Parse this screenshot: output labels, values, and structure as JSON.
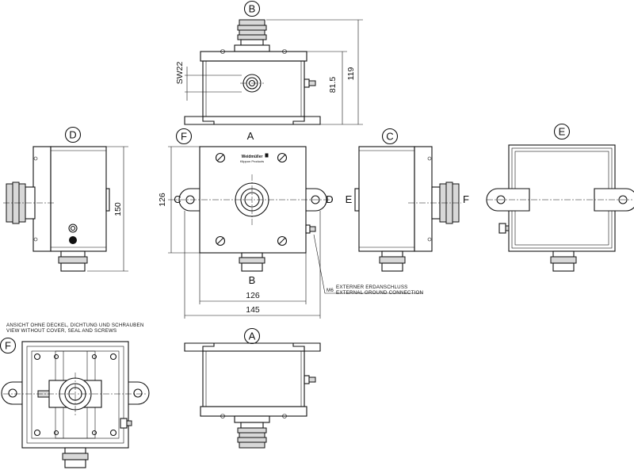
{
  "view_labels": {
    "b_top": "B",
    "d_left": "D",
    "f_front_label": "F",
    "a_front": "A",
    "c_left": "C",
    "d_right": "D",
    "b_bottom": "B",
    "c_view": "C",
    "e_side_label": "E",
    "f_side_label": "F",
    "e_view": "E",
    "f_view": "F",
    "a_view": "A"
  },
  "dimensions": {
    "sw22": "SW22",
    "d81_5": "81.5",
    "d119": "119",
    "d150": "150",
    "d126_vertical": "126",
    "d126_horizontal": "126",
    "d145": "145"
  },
  "notes": {
    "ground_prefix": "M6",
    "ground_de": "EXTERNER ERDANSCHLUSS",
    "ground_en": "EXTERNAL GROUND CONNECTION",
    "view_de": "ANSICHT OHNE DECKEL, DICHTUNG UND SCHRAUBEN",
    "view_en": "VIEW WITHOUT COVER, SEAL AND SCREWS"
  },
  "brand": {
    "line1": "Weidmüller",
    "line2": "Klippon Products"
  }
}
